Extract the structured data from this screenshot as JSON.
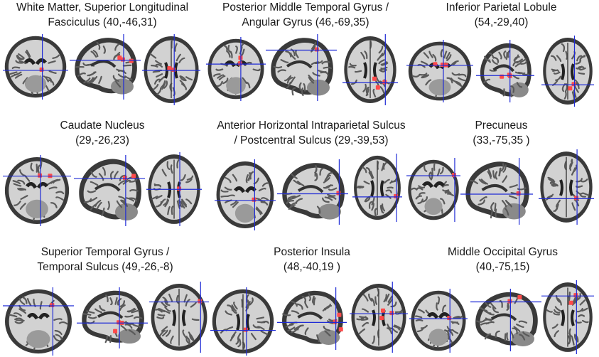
{
  "panels": [
    {
      "title_line1": "White Matter, Superior Longitudinal",
      "title_line2": "Fasciculus (40,-46,31)"
    },
    {
      "title_line1": "Posterior Middle Temporal Gyrus /",
      "title_line2": "Angular Gyrus (46,-69,35)"
    },
    {
      "title_line1": "Inferior Parietal Lobule",
      "title_line2": "(54,-29,40)"
    },
    {
      "title_line1": "Caudate Nucleus",
      "title_line2": "(29,-26,23)"
    },
    {
      "title_line1": "Anterior Horizontal Intraparietal Sulcus",
      "title_line2": "/ Postcentral Sulcus (29,-39,53)"
    },
    {
      "title_line1": "Precuneus",
      "title_line2": "(33,-75,35 )"
    },
    {
      "title_line1": "Superior Temporal Gyrus /",
      "title_line2": "Temporal Sulcus (49,-26,-8)"
    },
    {
      "title_line1": "Posterior Insula",
      "title_line2": "(48,-40,19 )"
    },
    {
      "title_line1": "Middle Occipital Gyrus",
      "title_line2": "(40,-75,15)"
    }
  ],
  "colors": {
    "crosshair": "#1f2bd6",
    "activation": "#ff4a4a",
    "tissue_dark": "#3a3a3a",
    "tissue_light": "#d2d2d2"
  }
}
